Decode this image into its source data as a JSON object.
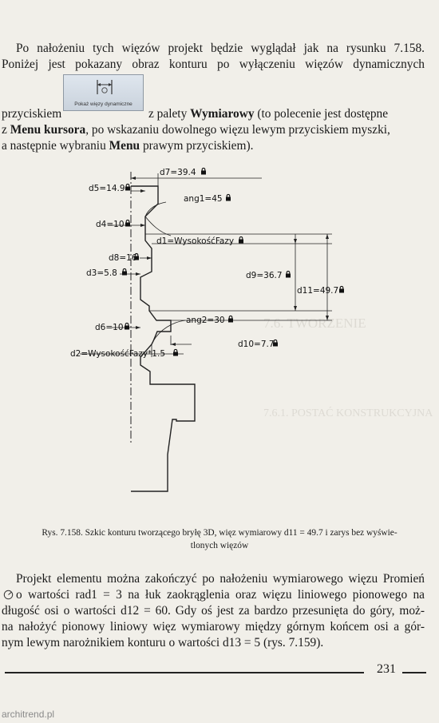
{
  "paragraph1": {
    "line1": "Po nałożeniu tych więzów projekt będzie wyglądał jak na rysunku 7.158.",
    "line2": "Poniżej jest pokazany obraz konturu po wyłączeniu więzów dynamicznych",
    "line3_before": "przyciskiem",
    "line3_mid": "z palety",
    "line3_bold": "Wymiarowy",
    "line3_after": "(to polecenie jest dostępne",
    "line4_pre": "z",
    "line4_bold": "Menu kursora",
    "line4_after": ", po wskazaniu dowolnego więzu lewym przyciskiem myszki,",
    "line5_pre": "a następnie wybraniu",
    "line5_bold": "Menu",
    "line5_after": "prawym przyciskiem)."
  },
  "toolbar_button": {
    "label": "Pokaż więzy dynamiczne",
    "icon": "dimension-constraint-icon"
  },
  "figure": {
    "lock_icon": "lock-icon",
    "dimensions": {
      "d7": "d7=39.4",
      "d5": "d5=14.9",
      "ang1": "ang1=45",
      "d4": "d4=10",
      "d1": "d1=WysokośćFazy",
      "d8": "d8=16",
      "d3": "d3=5.8",
      "d9": "d9=36.7",
      "d11": "d11=49.7",
      "ang2": "ang2=30",
      "d6": "d6=10",
      "d10": "d10=7.7",
      "d2": "d2=WysokośćFazy*1.5"
    }
  },
  "caption": {
    "line1": "Rys. 7.158. Szkic konturu tworzącego bryłę 3D, więz wymiarowy d11 = 49.7 i zarys bez wyświe-",
    "line2": "tlonych więzów"
  },
  "paragraph2": {
    "line1": "Projekt elementu można zakończyć po nałożeniu wymiarowego więzu Promień",
    "line2": "o wartości rad1 = 3 na łuk zaokrąglenia oraz więzu liniowego pionowego na",
    "line3": "długość osi o wartości d12 = 60. Gdy oś jest za bardzo przesunięta do góry, moż-",
    "line4": "na nałożyć pionowy liniowy więz wymiarowy między górnym końcem osi a gór-",
    "line5": "nym lewym narożnikiem konturu o wartości d13 = 5 (rys. 7.159)."
  },
  "radius_icon": "radius-icon",
  "page_number": "231",
  "watermark": "architrend.pl"
}
